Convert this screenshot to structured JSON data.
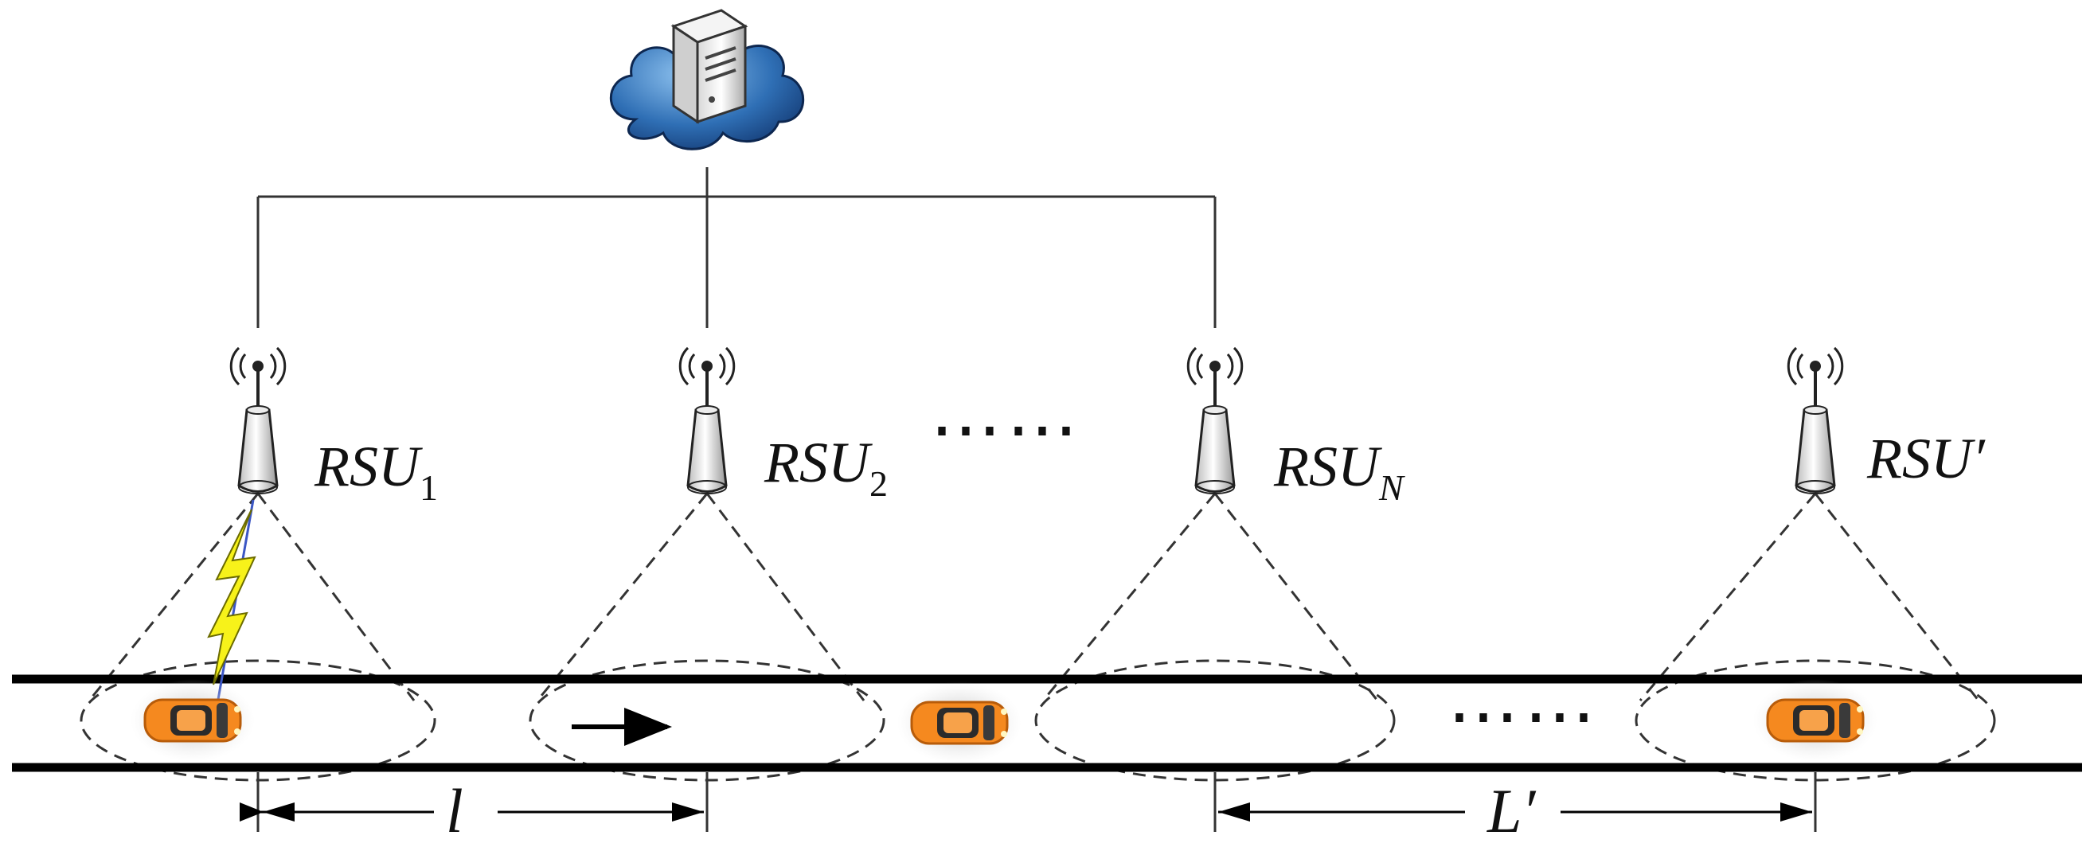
{
  "cloud_server": {
    "icon": "cloud-server-icon"
  },
  "rsus": [
    {
      "id": "rsu1",
      "label": "RSU",
      "subscript": "1",
      "sub_italic": false
    },
    {
      "id": "rsu2",
      "label": "RSU",
      "subscript": "2",
      "sub_italic": false
    },
    {
      "id": "rsuN",
      "label": "RSU",
      "subscript": "N",
      "sub_italic": true
    },
    {
      "id": "rsuPrime",
      "label": "RSU′",
      "subscript": "",
      "sub_italic": false
    }
  ],
  "ellipsis_top": "⋯⋯",
  "ellipsis_road": "⋯⋯",
  "distances": {
    "short": "l",
    "long": "L′"
  },
  "colors": {
    "car_body": "#f5891f",
    "cloud": "#2f6fb5",
    "lightning": "#f7f21a",
    "link": "#3b56c4"
  }
}
